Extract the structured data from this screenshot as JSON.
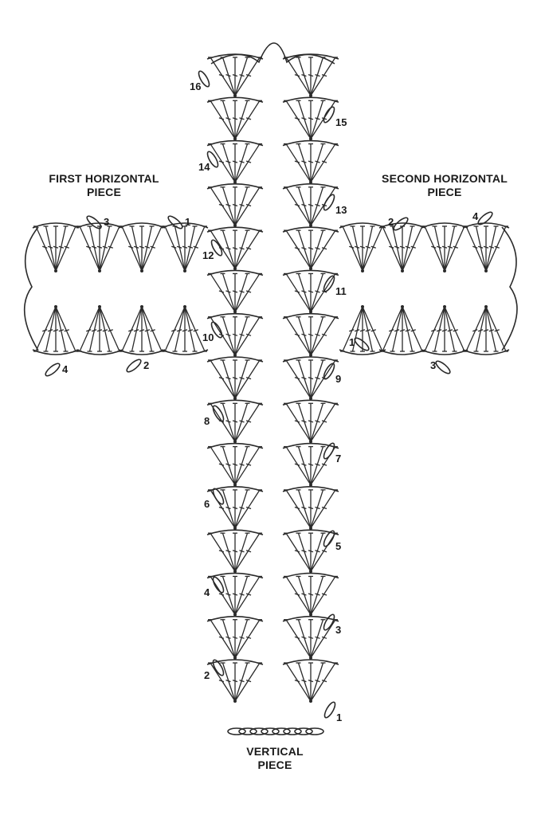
{
  "labels": {
    "first_horizontal": "FIRST HORIZONTAL PIECE",
    "second_horizontal": "SECOND HORIZONTAL PIECE",
    "vertical": "VERTICAL PIECE"
  },
  "vertical_piece": {
    "row_numbers": [
      "1",
      "2",
      "3",
      "4",
      "5",
      "6",
      "7",
      "8",
      "9",
      "10",
      "11",
      "12",
      "13",
      "14",
      "15",
      "16"
    ]
  },
  "first_horizontal_piece": {
    "row_numbers": [
      "1",
      "2",
      "3",
      "4"
    ]
  },
  "second_horizontal_piece": {
    "row_numbers": [
      "1",
      "2",
      "3",
      "4"
    ]
  },
  "colors": {
    "ink": "#2a2a2a",
    "background": "#ffffff"
  }
}
